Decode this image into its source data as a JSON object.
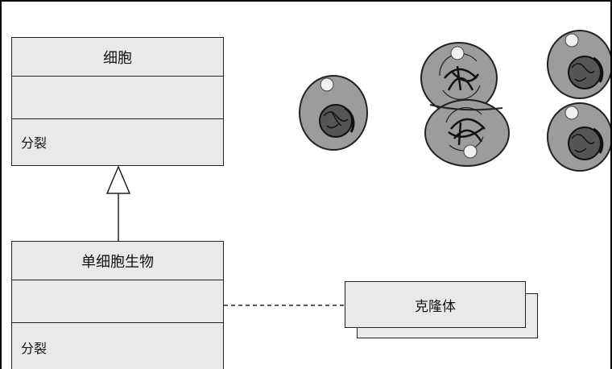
{
  "diagram": {
    "classes": [
      {
        "name": "细胞",
        "attributes": "",
        "operations": "分裂"
      },
      {
        "name": "单细胞生物",
        "attributes": "",
        "operations": "分裂"
      }
    ],
    "object": {
      "name": "克隆体"
    },
    "relations": [
      {
        "type": "generalization",
        "from": "单细胞生物",
        "to": "细胞"
      },
      {
        "type": "dependency",
        "from": "单细胞生物",
        "to": "克隆体"
      }
    ],
    "illustration": {
      "subject": "cell division",
      "cells": 5
    }
  },
  "colors": {
    "box_fill": "#e9e9e9",
    "line": "#222222",
    "cell_cytoplasm": "#9c9c9c",
    "cell_nucleus": "#444444"
  }
}
